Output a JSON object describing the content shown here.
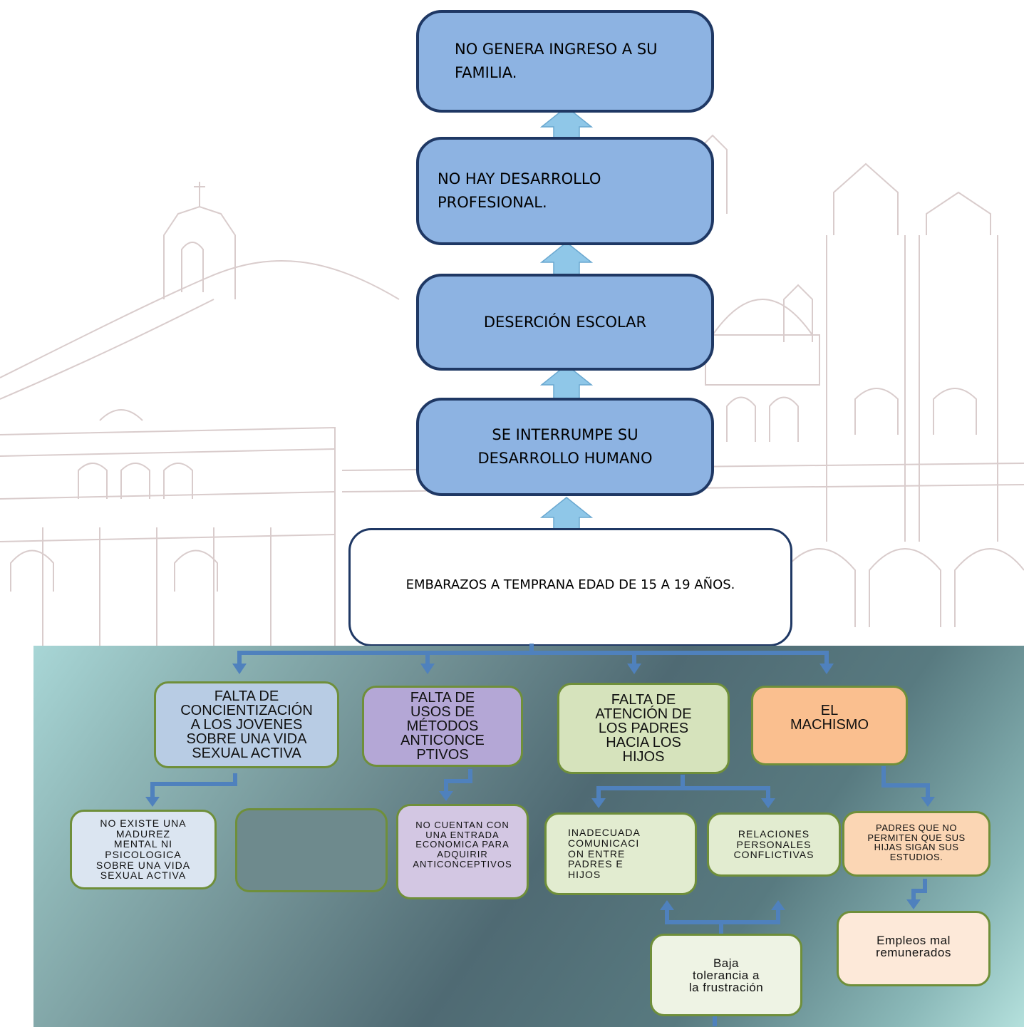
{
  "effects": [
    {
      "id": "b5",
      "text": "NO GENERA INGRESO A SU\nFAMILIA."
    },
    {
      "id": "b4",
      "text": "NO HAY DESARROLLO\n                 PROFESIONAL."
    },
    {
      "id": "b3",
      "text": "DESERCIÓN ESCOLAR"
    },
    {
      "id": "b2",
      "text": "SE INTERRUMPE SU\nDESARROLLO HUMANO"
    }
  ],
  "root": {
    "text": "EMBARAZOS A TEMPRANA EDAD DE 15 A 19 AÑOS."
  },
  "causes": [
    {
      "text": "FALTA DE\nCONCIENTIZACIÓN\nA LOS JOVENES\nSOBRE UNA VIDA\nSEXUAL ACTIVA",
      "color": "#b8cce4"
    },
    {
      "text": "FALTA DE\nUSOS DE\nMÉTODOS\nANTICONCE\nPTIVOS",
      "color": "#b4a7d6"
    },
    {
      "text": "FALTA DE\nATENCIÓN DE\nLOS PADRES\nHACIA LOS\nHIJOS",
      "color": "#d6e3bc"
    },
    {
      "text": "EL\nMACHISMO",
      "color": "#fabf8f"
    }
  ],
  "subcauses": [
    {
      "text": "NO EXISTE UNA\nMADUREZ\nMENTAL NI\nPSICOLOGICA\nSOBRE UNA VIDA\nSEXUAL ACTIVA",
      "color": "#dbe5f1"
    },
    {
      "text": "",
      "color": "#6e8a8d"
    },
    {
      "text": "NO CUENTAN CON\nUNA ENTRADA\nECONOMICA PARA\nADQUIRIR\nANTICONCEPTIVOS",
      "color": "#d3c7e3"
    },
    {
      "text": "INADECUADA\nCOMUNICACI\nON ENTRE\nPADRES E\nHIJOS",
      "color": "#e2ecd0"
    },
    {
      "text": "RELACIONES\nPERSONALES\nCONFLICTIVAS",
      "color": "#e2ecd0"
    },
    {
      "text": "PADRES QUE NO\nPERMITEN QUE SUS\nHIJAS SIGAN SUS\nESTUDIOS.",
      "color": "#fbd6b4"
    }
  ],
  "leaves": [
    {
      "text": "Baja\ntolerancia a\nla frustración",
      "color": "#eef3e4"
    },
    {
      "text": "Empleos mal\nremunerados",
      "color": "#fde9d9"
    }
  ],
  "colors": {
    "effect_fill": "#8db3e2",
    "effect_border": "#1f3864",
    "arrow_fill": "#8fc7e8",
    "connector": "#4f81bd",
    "sketch": "#c9b8b8"
  }
}
